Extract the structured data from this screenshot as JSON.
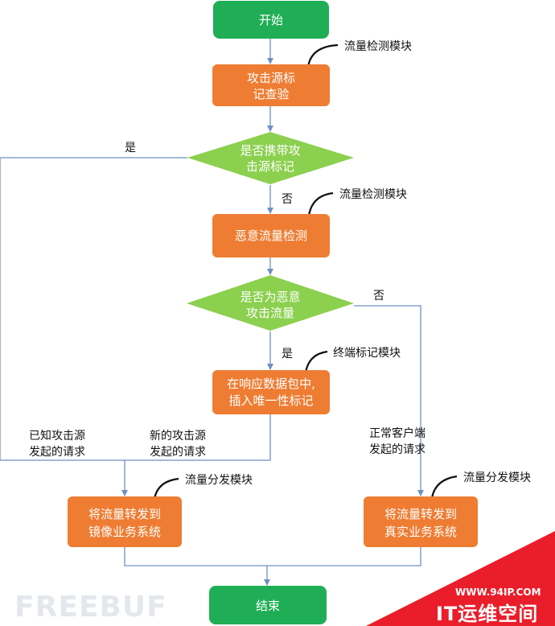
{
  "colors": {
    "start_end": "#1fae55",
    "process": "#ee7d33",
    "decision": "#8bd04e",
    "edge": "#6f8fc4",
    "watermark_red": "#ea1d2a"
  },
  "nodes": {
    "start": "开始",
    "check_lines": [
      "攻击源标",
      "记查验"
    ],
    "decision1_lines": [
      "是否携带攻",
      "击源标记"
    ],
    "detect": "恶意流量检测",
    "decision2_lines": [
      "是否为恶意",
      "攻击流量"
    ],
    "mark_lines": [
      "在响应数据包中,",
      "插入唯一性标记"
    ],
    "mirror_lines": [
      "将流量转发到",
      "镜像业务系统"
    ],
    "real_lines": [
      "将流量转发到",
      "真实业务系统"
    ],
    "end": "结束"
  },
  "modules": {
    "m1": "流量检测模块",
    "m2": "流量检测模块",
    "m3": "终端标记模块",
    "m4": "流量分发模块",
    "m5": "流量分发模块"
  },
  "edge_labels": {
    "yes1": "是",
    "no1": "否",
    "no2": "否",
    "yes2": "是",
    "known_lines": [
      "已知攻击源",
      "发起的请求"
    ],
    "new_lines": [
      "新的攻击源",
      "发起的请求"
    ],
    "normal_lines": [
      "正常客户端",
      "发起的请求"
    ]
  },
  "watermarks": {
    "freebuf": "FREEBUF",
    "site_url": "WWW.94IP.COM",
    "site_name": "IT运维空间"
  }
}
